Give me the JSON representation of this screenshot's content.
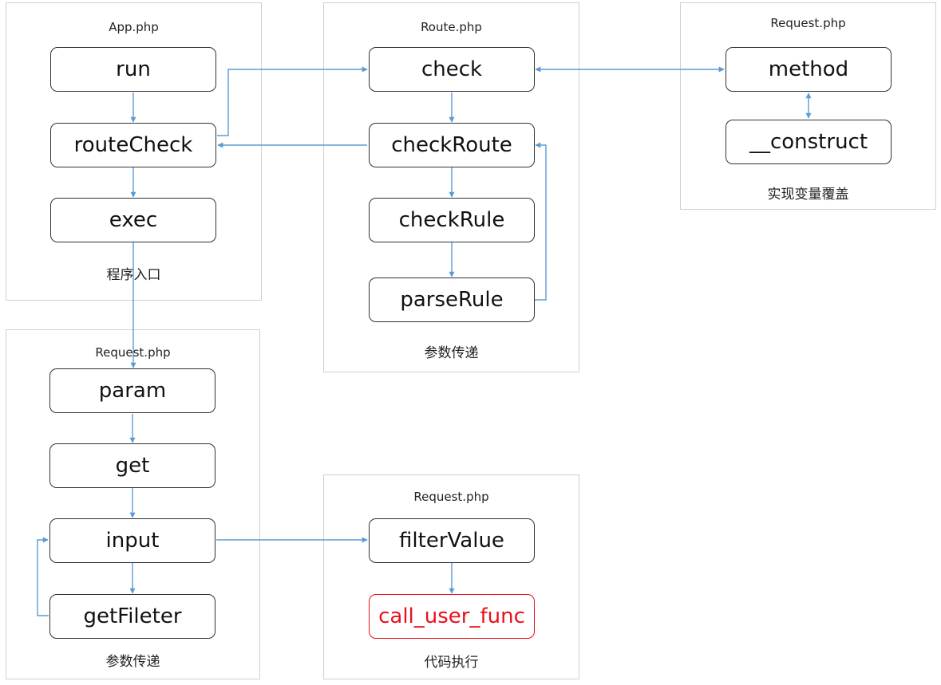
{
  "groups": {
    "app": {
      "title": "App.php",
      "caption": "程序入口"
    },
    "route": {
      "title": "Route.php",
      "caption": "参数传递"
    },
    "request_top": {
      "title": "Request.php",
      "caption": "实现变量覆盖"
    },
    "request_bottom_left": {
      "title": "Request.php",
      "caption": "参数传递"
    },
    "request_bottom_mid": {
      "title": "Request.php",
      "caption": "代码执行"
    }
  },
  "nodes": {
    "run": "run",
    "routeCheck": "routeCheck",
    "exec": "exec",
    "check": "check",
    "checkRoute": "checkRoute",
    "checkRule": "checkRule",
    "parseRule": "parseRule",
    "method": "method",
    "construct": "__construct",
    "param": "param",
    "get": "get",
    "input": "input",
    "getFileter": "getFileter",
    "filterValue": "filterValue",
    "call_user_func": "call_user_func"
  },
  "colors": {
    "edge": "#5b9bd5",
    "highlight": "#e8101a"
  }
}
